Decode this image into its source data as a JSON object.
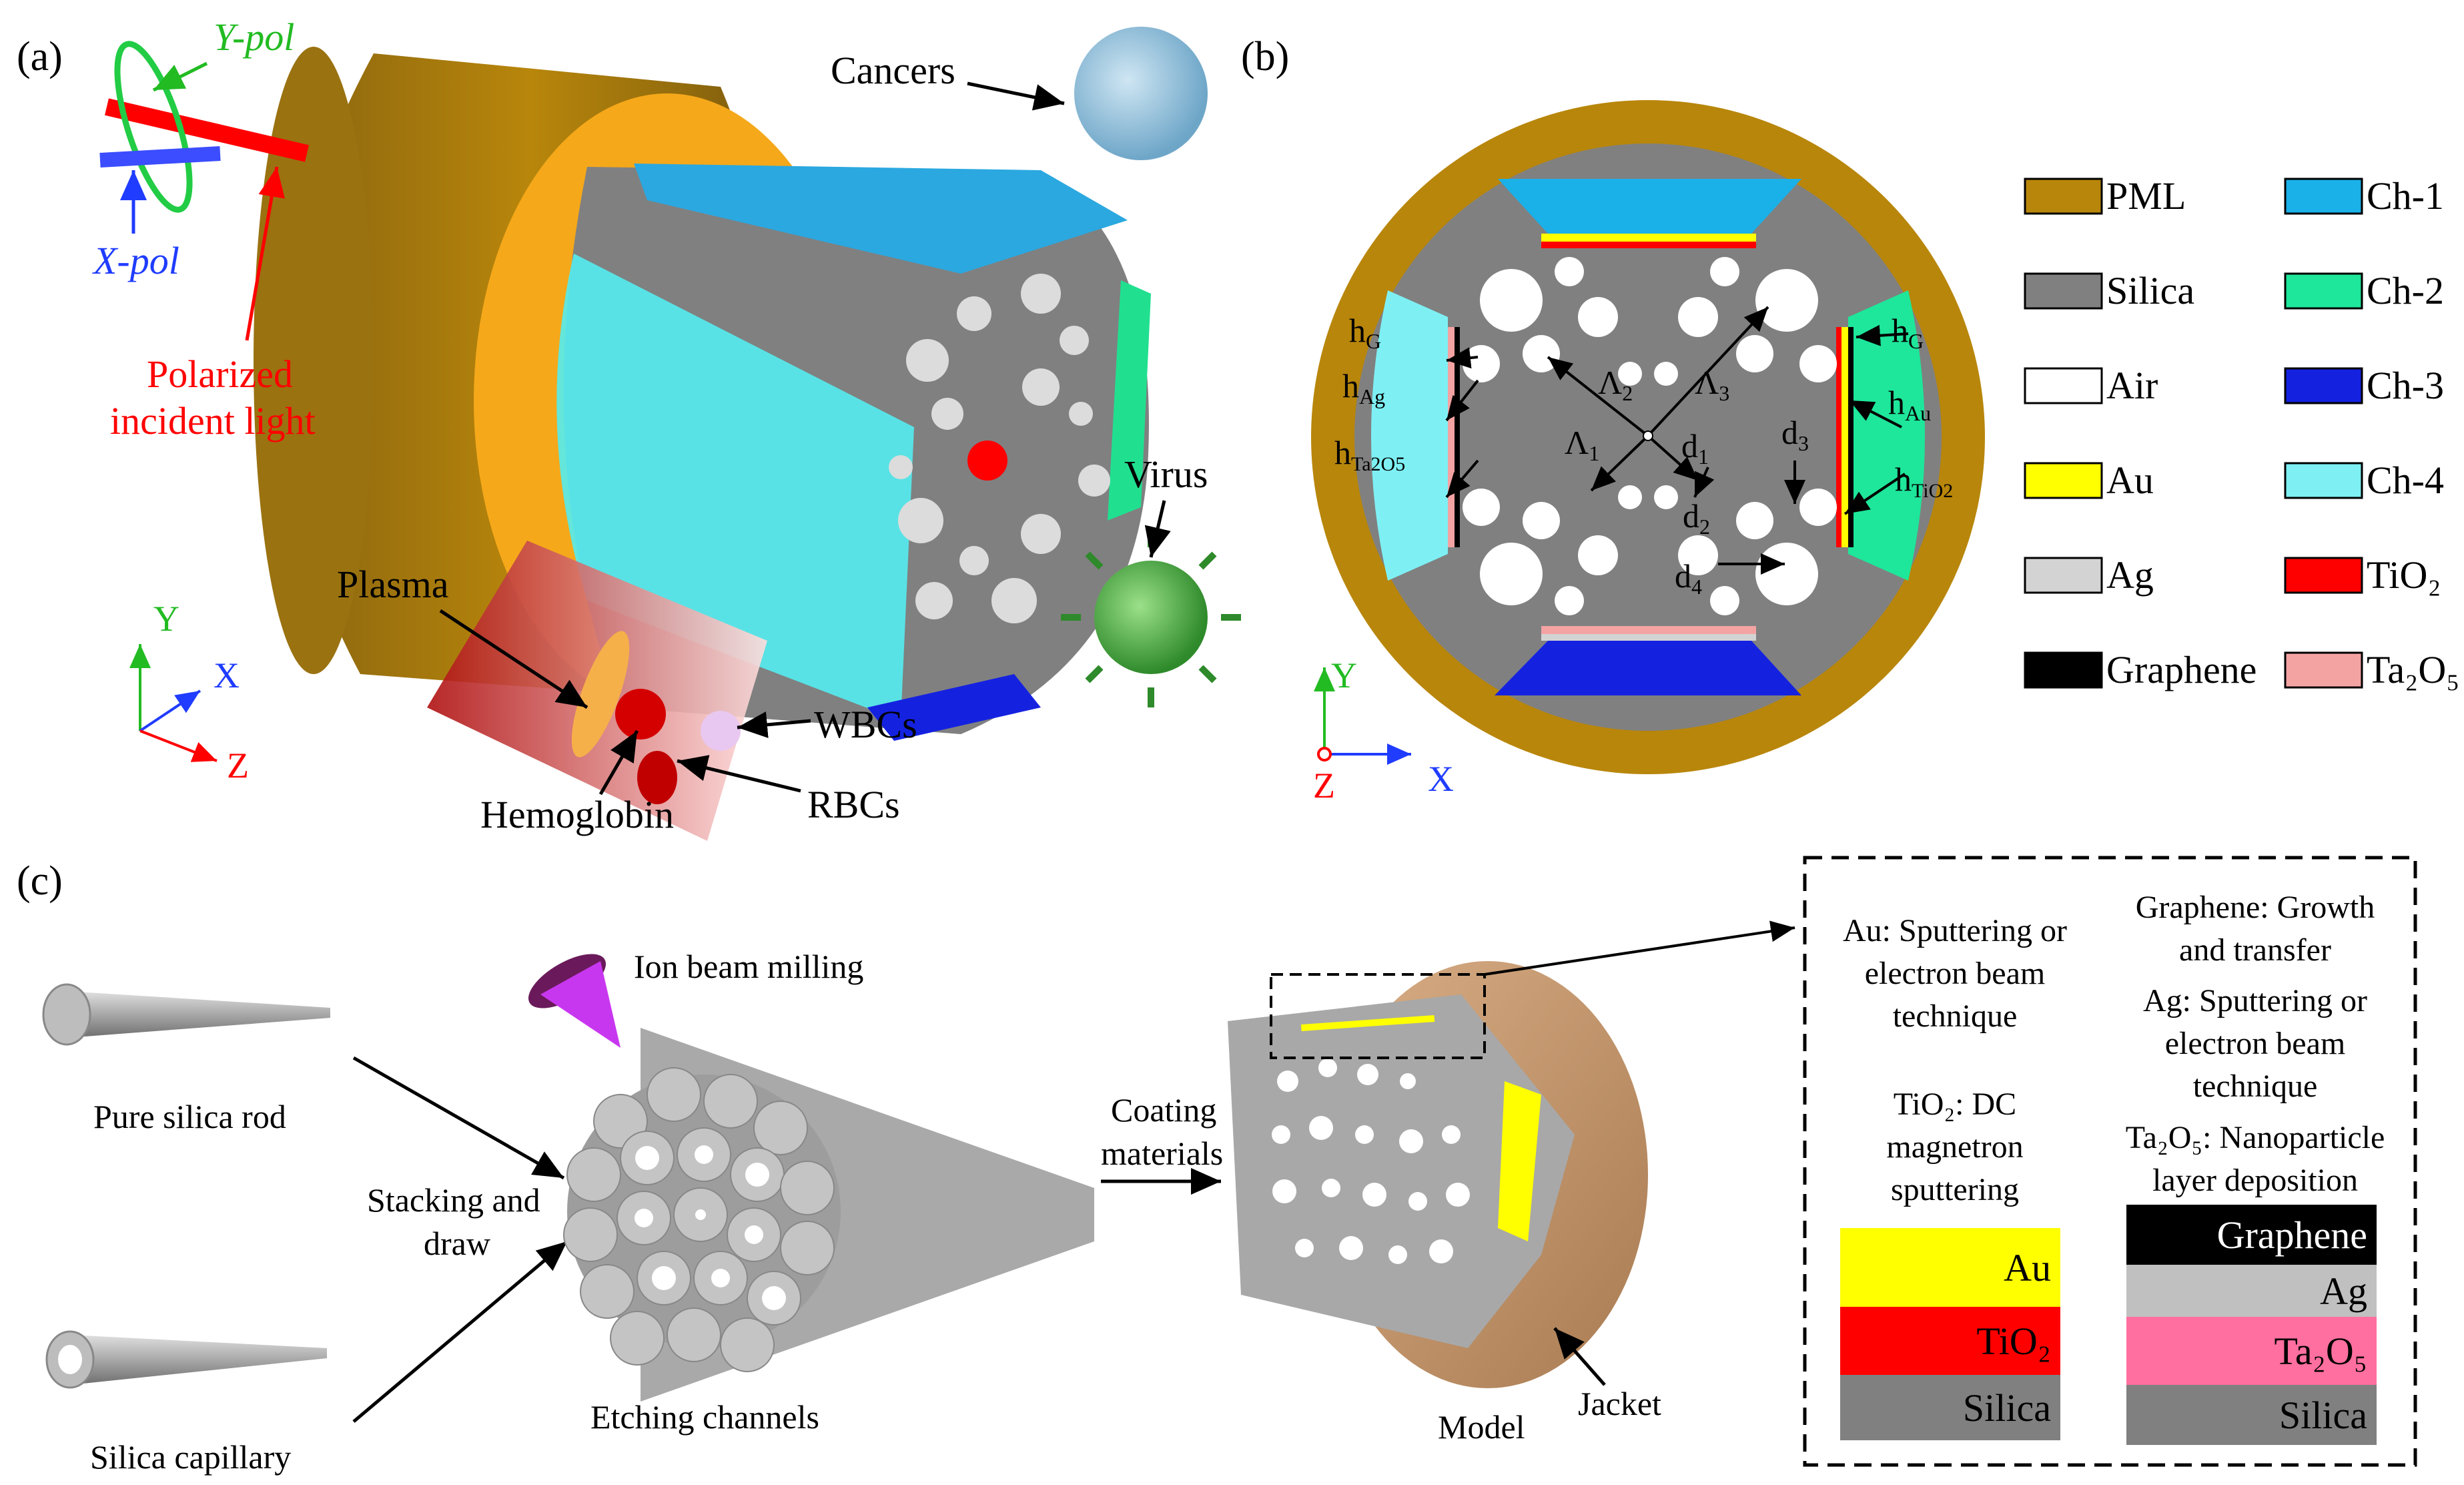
{
  "panel_labels": {
    "a": "(a)",
    "b": "(b)",
    "c": "(c)"
  },
  "panel_a": {
    "y_pol": "Y-pol",
    "x_pol": "X-pol",
    "polarized_1": "Polarized",
    "polarized_2": "incident light",
    "cancers": "Cancers",
    "virus": "Virus",
    "plasma": "Plasma",
    "wbcs": "WBCs",
    "hemoglobin": "Hemoglobin",
    "rbcs": "RBCs",
    "axis_y": "Y",
    "axis_x": "X",
    "axis_z": "Z"
  },
  "panel_b": {
    "hG_left": "h",
    "hG_left_sub": "G",
    "hAg": "h",
    "hAg_sub": "Ag",
    "hTa": "h",
    "hTa_sub": "Ta2O5",
    "hG_right": "h",
    "hG_right_sub": "G",
    "hAu": "h",
    "hAu_sub": "Au",
    "hTiO2": "h",
    "hTiO2_sub": "TiO2",
    "L1": "Λ",
    "L1_sub": "1",
    "L2": "Λ",
    "L2_sub": "2",
    "L3": "Λ",
    "L3_sub": "3",
    "d1": "d",
    "d1_sub": "1",
    "d2": "d",
    "d2_sub": "2",
    "d3": "d",
    "d3_sub": "3",
    "d4": "d",
    "d4_sub": "4",
    "axis_y": "Y",
    "axis_x": "X",
    "axis_z": "Z"
  },
  "legend": [
    {
      "label": "PML",
      "color": "#b8860b"
    },
    {
      "label": "Ch-1",
      "color": "#1ab0e8"
    },
    {
      "label": "Silica",
      "color": "#808080"
    },
    {
      "label": "Ch-2",
      "color": "#1ee69a"
    },
    {
      "label": "Air",
      "color": "#ffffff"
    },
    {
      "label": "Ch-3",
      "color": "#1422e0"
    },
    {
      "label": "Au",
      "color": "#ffff00"
    },
    {
      "label": "Ch-4",
      "color": "#7ef0f4"
    },
    {
      "label": "Ag",
      "color": "#d3d3d3"
    },
    {
      "label": "TiO₂",
      "color": "#ff0000"
    },
    {
      "label": "Graphene",
      "color": "#000000"
    },
    {
      "label": "Ta₂O₅",
      "color": "#f4a3a3"
    }
  ],
  "panel_c": {
    "pure_rod": "Pure silica rod",
    "capillary": "Silica capillary",
    "stacking_1": "Stacking and",
    "stacking_2": "draw",
    "ion_beam": "Ion beam milling",
    "etching": "Etching channels",
    "coating_1": "Coating",
    "coating_2": "materials",
    "model": "Model",
    "jacket": "Jacket",
    "au_text": [
      "Au: Sputtering or",
      "electron beam",
      "technique"
    ],
    "tio2_text": [
      "TiO₂: DC",
      "magnetron",
      "sputtering"
    ],
    "graphene_text": [
      "Graphene: Growth",
      "and transfer"
    ],
    "ag_text": [
      "Ag: Sputtering or",
      "electron beam",
      "technique"
    ],
    "ta_text": [
      "Ta₂O₅: Nanoparticle",
      "layer deposition"
    ],
    "stack_left": [
      {
        "label": "Au",
        "color": "#ffff00",
        "text_color": "#000000"
      },
      {
        "label": "TiO₂",
        "color": "#ff0000",
        "text_color": "#000000"
      },
      {
        "label": "Silica",
        "color": "#808080",
        "text_color": "#000000"
      }
    ],
    "stack_right": [
      {
        "label": "Graphene",
        "color": "#000000",
        "text_color": "#ffffff"
      },
      {
        "label": "Ag",
        "color": "#c0c0c0",
        "text_color": "#000000"
      },
      {
        "label": "Ta₂O₅",
        "color": "#ff6f9f",
        "text_color": "#000000"
      },
      {
        "label": "Silica",
        "color": "#808080",
        "text_color": "#000000"
      }
    ]
  }
}
